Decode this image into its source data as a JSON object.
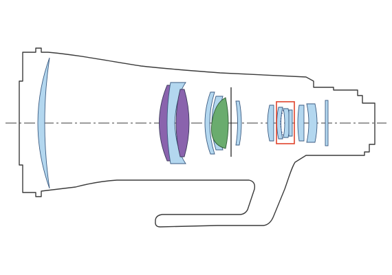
{
  "diagram": {
    "colors": {
      "outline": "#3a3a3a",
      "lens_standard": "#b3d7ef",
      "lens_fluorite": "#8a63ad",
      "lens_special": "#6aac6e",
      "highlight_box": "#e0432b"
    },
    "lens_groups": [
      {
        "name": "front-protective-element",
        "material": "standard"
      },
      {
        "name": "fluorite-element-1",
        "material": "fluorite"
      },
      {
        "name": "cemented-doublet-1",
        "material": "standard"
      },
      {
        "name": "fluorite-element-2",
        "material": "fluorite"
      },
      {
        "name": "meniscus-element",
        "material": "standard"
      },
      {
        "name": "cemented-doublet-2",
        "material": "standard"
      },
      {
        "name": "special-dispersion-element",
        "material": "special"
      },
      {
        "name": "single-element-after-stop",
        "material": "standard"
      },
      {
        "name": "rear-group-element-1",
        "material": "standard"
      },
      {
        "name": "highlighted-focus-group",
        "material": "standard"
      },
      {
        "name": "rear-group-element-2",
        "material": "standard"
      },
      {
        "name": "rear-group-element-3",
        "material": "standard"
      },
      {
        "name": "rear-plate-element",
        "material": "standard"
      }
    ],
    "optical_axis": true,
    "aperture_stop": true,
    "highlighted_group": "highlighted-focus-group"
  }
}
